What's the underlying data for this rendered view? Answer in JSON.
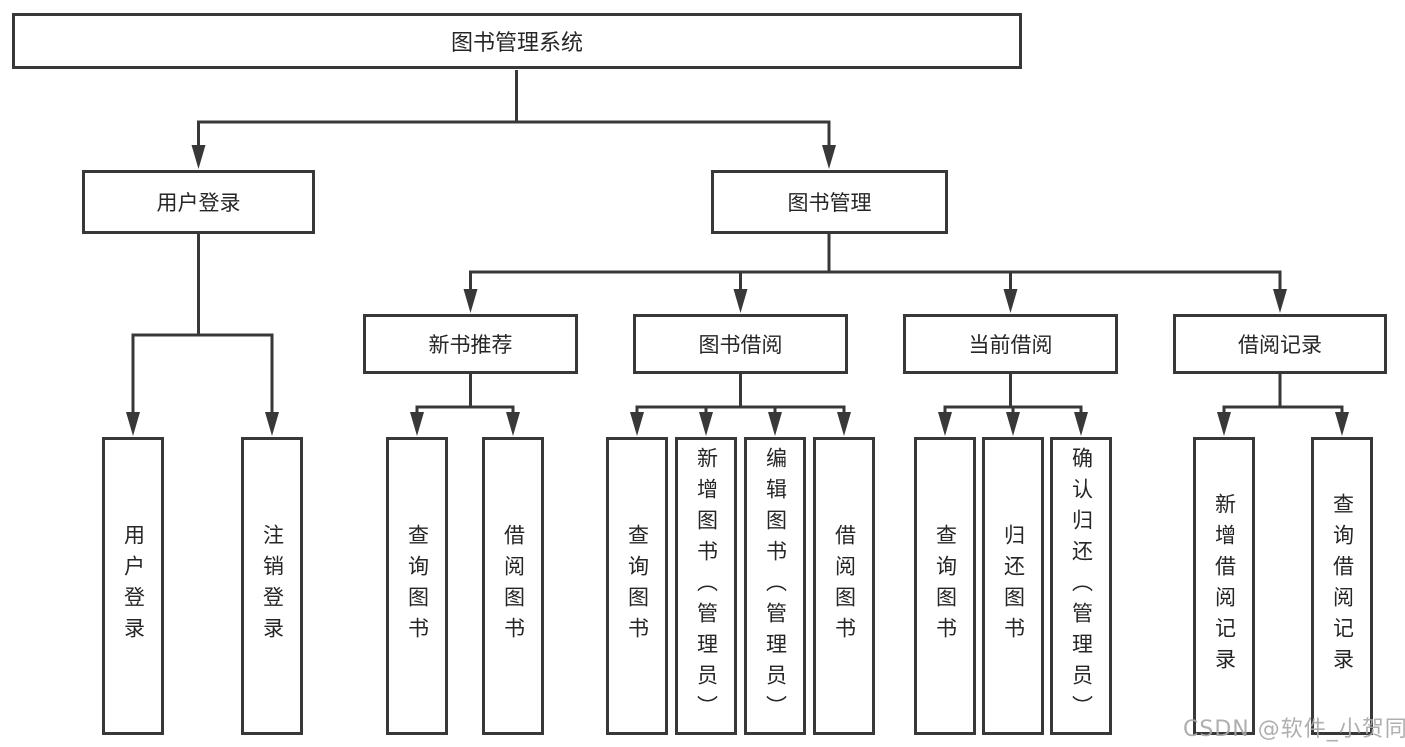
{
  "diagram": {
    "title": "图书管理系统",
    "root": {
      "label": "图书管理系统"
    },
    "level2": {
      "user_login": {
        "label": "用户登录"
      },
      "book_management": {
        "label": "图书管理"
      }
    },
    "level3": {
      "new_book_recommend": {
        "label": "新书推荐"
      },
      "book_borrow": {
        "label": "图书借阅"
      },
      "current_borrow": {
        "label": "当前借阅"
      },
      "borrow_records": {
        "label": "借阅记录"
      }
    },
    "leaves": {
      "user_login": [
        "用户登录",
        "注销登录"
      ],
      "new_book_recommend": [
        "查询图书",
        "借阅图书"
      ],
      "book_borrow": [
        "查询图书",
        "新增图书（管理员）",
        "编辑图书（管理员）",
        "借阅图书"
      ],
      "current_borrow": [
        "查询图书",
        "归还图书",
        "确认归还（管理员）"
      ],
      "borrow_records": [
        "新增借阅记录",
        "查询借阅记录"
      ]
    }
  },
  "watermark": "CSDN @软件_小贺同学",
  "colors": {
    "line": "#383838",
    "text": "#262626",
    "background": "#ffffff",
    "watermark": "#a8a8a8"
  }
}
